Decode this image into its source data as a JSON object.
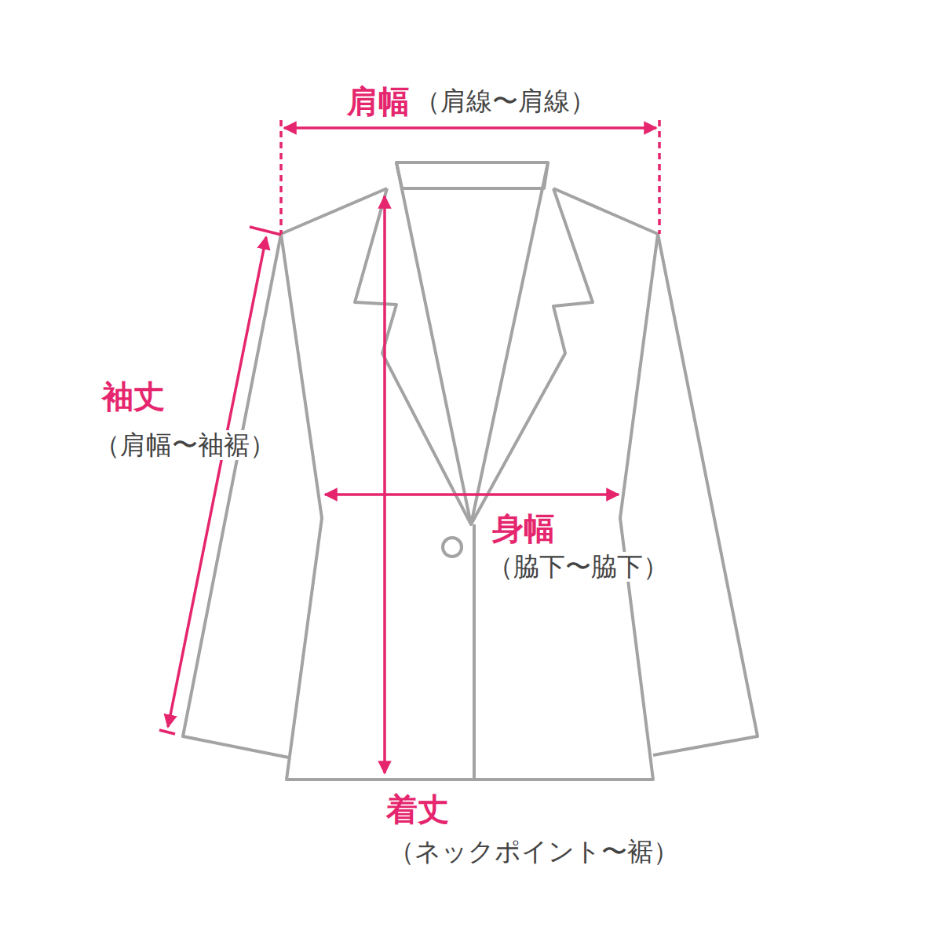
{
  "diagram": {
    "labels": [
      "肩幅",
      "（肩線〜肩線）",
      "袖丈",
      "（肩幅〜袖裾）",
      "身幅",
      "（脇下〜脇下）",
      "着丈",
      "（ネックポイント〜裾）"
    ]
  }
}
